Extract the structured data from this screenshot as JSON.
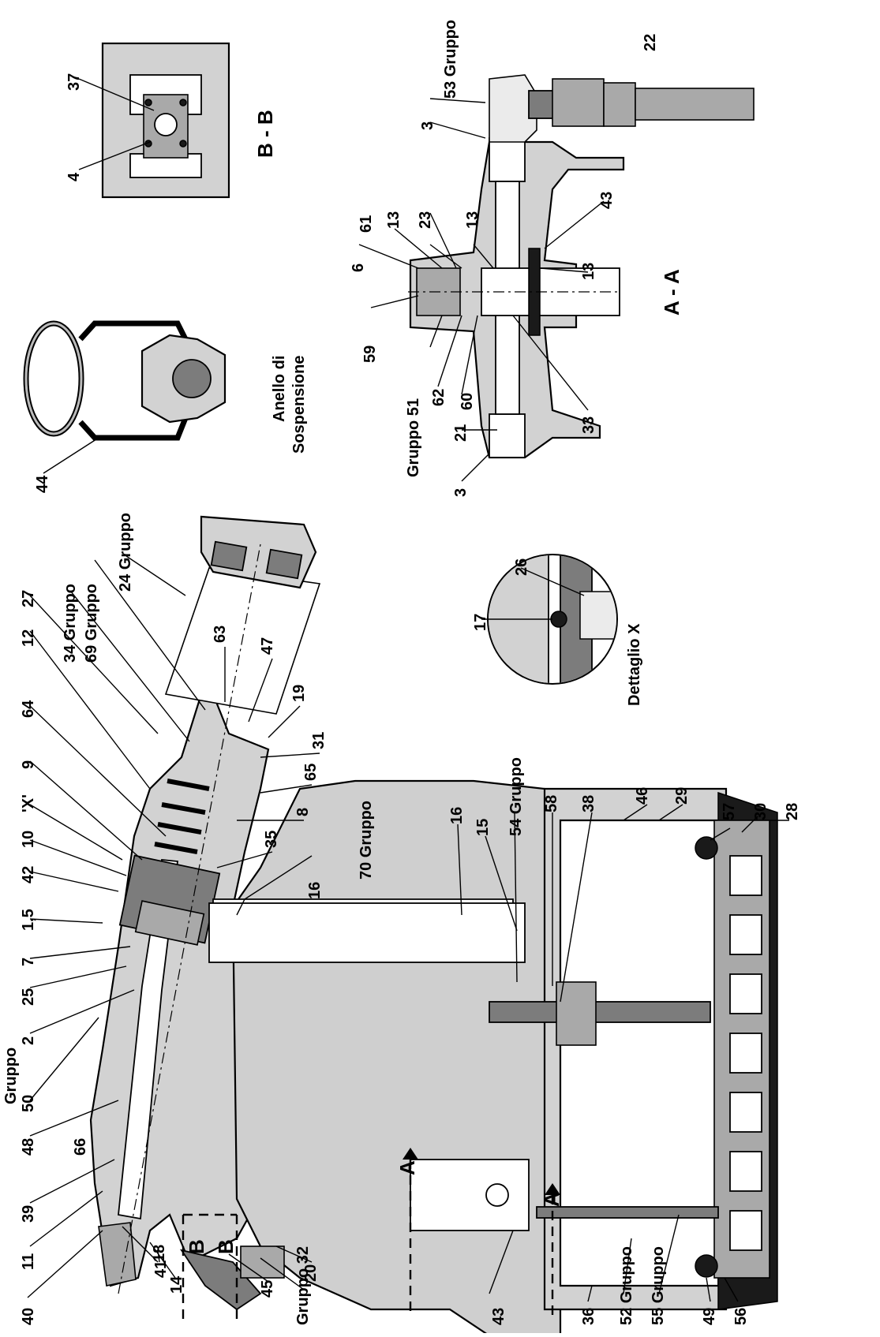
{
  "labels": {
    "l40": "40",
    "l11": "11",
    "l39": "39",
    "l48": "48",
    "l50": "50",
    "lGruppo50": "Gruppo",
    "l2": "2",
    "l25": "25",
    "l7": "7",
    "l15s": "1,5",
    "l42": "42",
    "l10": "10",
    "lX": "'X'",
    "l9": "9",
    "l64": "64",
    "l12": "12",
    "l27": "27",
    "l34": "34 Gruppo",
    "l69": "69 Gruppo",
    "l24": "24 Gruppo",
    "l63": "63",
    "l47": "47",
    "l19": "19",
    "l31": "31",
    "l65": "65",
    "l8": "8",
    "l35": "35",
    "l16a": "16",
    "l70": "70 Gruppo",
    "l66": "66",
    "l41": "41",
    "l14": "14",
    "l18": "18",
    "lB1": "B",
    "lB2": "B",
    "l45": "45",
    "lG32": "Gruppo 32",
    "l20": "20",
    "lA1": "A",
    "lA2": "A",
    "l43b": "43",
    "l36": "36",
    "l52": "52 Gruppo",
    "l55": "55 Gruppo",
    "l49": "49",
    "l56": "56",
    "l28": "28",
    "l30": "30",
    "l57": "57",
    "l29": "29",
    "l46": "46",
    "l38": "38",
    "l58": "58",
    "l54": "54 Gruppo",
    "l15": "15",
    "l16b": "16",
    "l44": "44",
    "lAnello1": "Anello di",
    "lAnello2": "Sospensione",
    "l26": "26",
    "l17": "17",
    "lDettaglio": "Dettaglio X",
    "l37": "37",
    "l4": "4",
    "lBB": "B - B",
    "l53": "53 Gruppo",
    "l22": "22",
    "l3a": "3",
    "l61": "61",
    "l13a": "13",
    "l23": "23",
    "l13b": "13",
    "l43a": "43",
    "l13c": "13",
    "l6": "6",
    "l59": "59",
    "lG51": "Gruppo 51",
    "l62": "62",
    "l60": "60",
    "l33": "33",
    "l21": "21",
    "l3b": "3",
    "lAA": "A - A"
  }
}
